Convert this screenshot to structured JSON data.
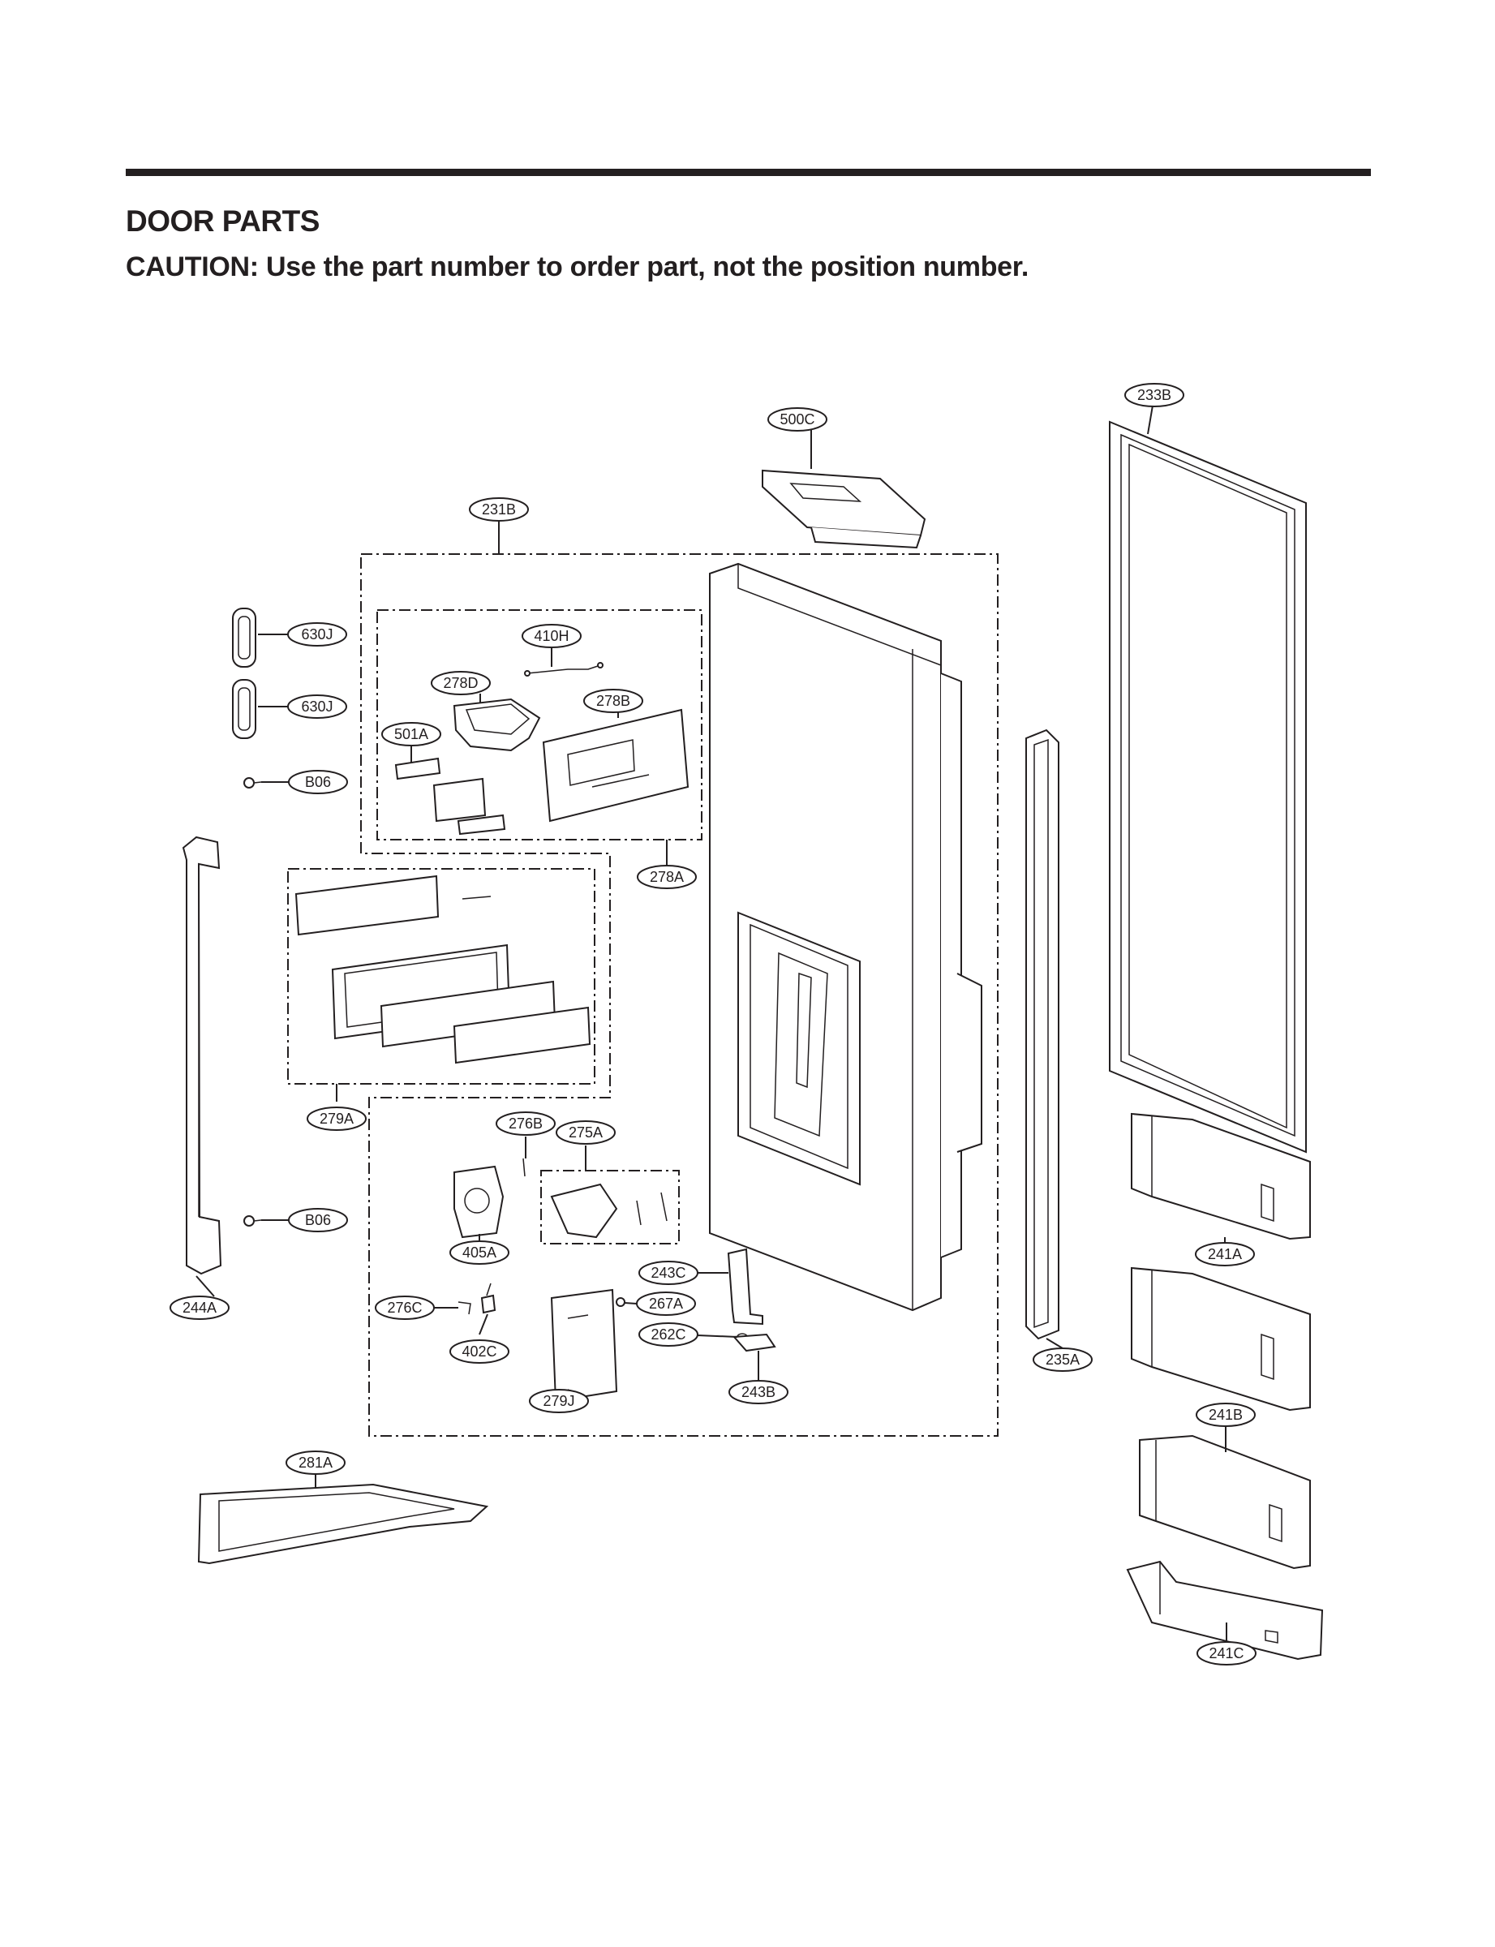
{
  "header": {
    "title": "DOOR PARTS",
    "caution": "CAUTION: Use the part number to order part, not the position number."
  },
  "callouts": {
    "c500C": "500C",
    "c233B": "233B",
    "c231B": "231B",
    "c630J_a": "630J",
    "c630J_b": "630J",
    "c410H": "410H",
    "c278D": "278D",
    "c278B": "278B",
    "c501A": "501A",
    "cB06_a": "B06",
    "c278A": "278A",
    "c279A": "279A",
    "c276B": "276B",
    "c275A": "275A",
    "cB06_b": "B06",
    "c405A": "405A",
    "c243C": "243C",
    "c241A": "241A",
    "c244A": "244A",
    "c276C": "276C",
    "c267A": "267A",
    "c262C": "262C",
    "c402C": "402C",
    "c235A": "235A",
    "c243B": "243B",
    "c279J": "279J",
    "c241B": "241B",
    "c281A": "281A",
    "c241C": "241C"
  },
  "colors": {
    "ink": "#231f20",
    "paper": "#ffffff"
  }
}
